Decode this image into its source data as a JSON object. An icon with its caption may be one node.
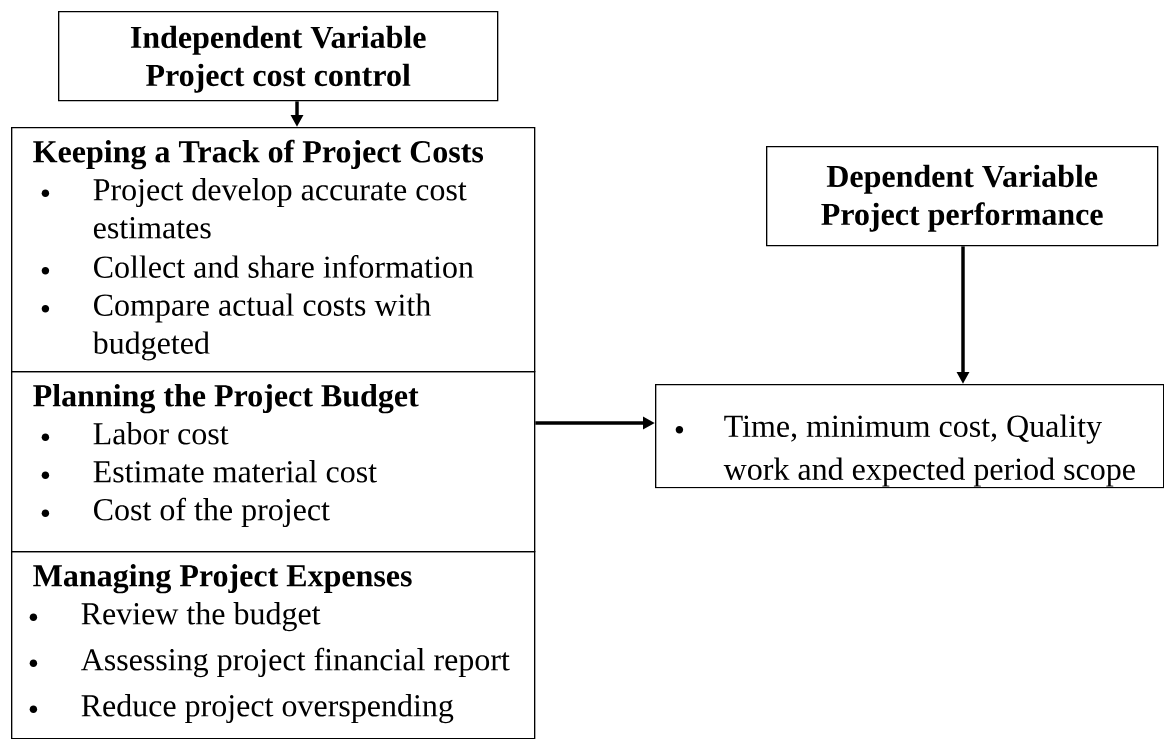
{
  "diagram": {
    "nodes": [
      {
        "text": [
          "Independent Variable",
          "Project cost control"
        ]
      },
      {
        "text": [
          "Keeping a Track of Project Costs",
          "Project develop accurate cost estimates",
          "Collect and share information",
          "Compare actual costs with budgeted"
        ]
      },
      {
        "text": [
          "Planning the Project Budget",
          "Labor cost",
          "Estimate material cost",
          "Cost of the project"
        ]
      },
      {
        "text": [
          "Managing Project Expenses",
          "Review the budget",
          "Assessing project financial report",
          "Reduce project overspending"
        ]
      },
      {
        "text": [
          "Dependent Variable",
          "Project performance"
        ]
      },
      {
        "text": [
          "Time, minimum cost, Quality work and expected period scope"
        ]
      }
    ],
    "edges": [
      {
        "from": 0,
        "to": 1,
        "arrow": "to"
      },
      {
        "from": 2,
        "to": 5,
        "arrow": "to"
      },
      {
        "from": 4,
        "to": 5,
        "arrow": "to"
      }
    ]
  }
}
